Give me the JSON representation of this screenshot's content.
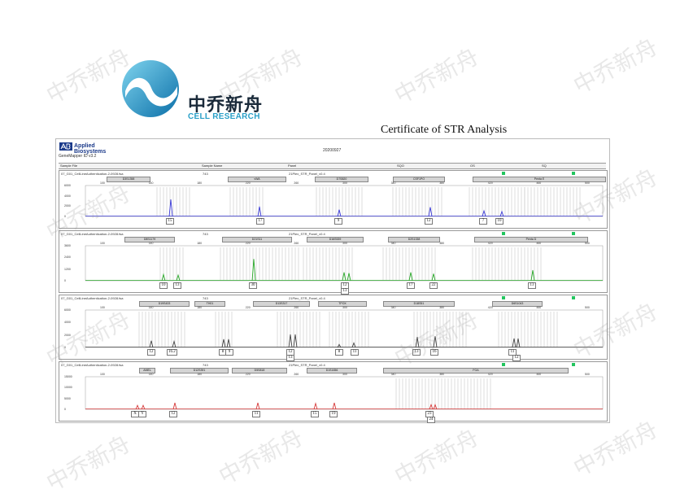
{
  "brand": {
    "name_cn": "中乔新舟",
    "name_en": "CELL RESEARCH"
  },
  "certificate_title": "Certificate of STR Analysis",
  "watermark": "中乔新舟",
  "report": {
    "vendor": [
      "Applied",
      "Biosystems"
    ],
    "software": "GeneMapper ID v3.2",
    "date": "20200927",
    "columns": [
      "Sample File",
      "Sample Name",
      "Panel",
      "SQO",
      "OS",
      "SQ"
    ]
  },
  "panels": [
    {
      "sample_file": "07_G01_CellLineAuthentication-2-0928.fsa",
      "sample_name": "743",
      "panel": "21Plex_STR_Panel_v0.4",
      "color": "#3a3ad6",
      "ylabels": [
        "6000",
        "4000",
        "2000",
        "0"
      ],
      "xticks": [
        "100",
        "140",
        "180",
        "220",
        "260",
        "300",
        "340",
        "380",
        "420",
        "460",
        "500"
      ],
      "markers": [
        "D3S1358",
        "vWA",
        "D7S820",
        "CSF1PO",
        "Penta E"
      ],
      "alleles": [
        "15",
        "17",
        "9",
        "12",
        "7",
        "10"
      ]
    },
    {
      "sample_file": "07_G01_CellLineAuthentication-2-0928.fsa",
      "sample_name": "743",
      "panel": "21Plex_STR_Panel_v0.4",
      "color": "#2aa82a",
      "ylabels": [
        "3600",
        "2400",
        "1200",
        "0"
      ],
      "xticks": [
        "100",
        "140",
        "180",
        "220",
        "260",
        "300",
        "340",
        "380",
        "420",
        "460",
        "500"
      ],
      "markers": [
        "D8S1179",
        "D21S11",
        "D16S539",
        "D2S1338",
        "Penta D"
      ],
      "alleles": [
        "10",
        "13",
        "30",
        "12",
        "13",
        "17",
        "22",
        "13"
      ]
    },
    {
      "sample_file": "07_G01_CellLineAuthentication-2-0928.fsa",
      "sample_name": "743",
      "panel": "21Plex_STR_Panel_v0.4",
      "color": "#444444",
      "ylabels": [
        "6000",
        "4000",
        "2000",
        "0"
      ],
      "xticks": [
        "100",
        "140",
        "180",
        "220",
        "260",
        "300",
        "340",
        "380",
        "420",
        "460",
        "500"
      ],
      "markers": [
        "D19S433",
        "TH01",
        "D13S317",
        "TPOX",
        "D18S51",
        "D6S1043"
      ],
      "alleles": [
        "12",
        "16.2",
        "8",
        "9",
        "12",
        "13",
        "8",
        "11",
        "13",
        "16",
        "11",
        "12"
      ]
    },
    {
      "sample_file": "07_G01_CellLineAuthentication-2-0928.fsa",
      "sample_name": "743",
      "panel": "21Plex_STR_Panel_v0.4",
      "color": "#d63a3a",
      "ylabels": [
        "15000",
        "10000",
        "5000",
        "0"
      ],
      "xticks": [
        "100",
        "140",
        "180",
        "220",
        "260",
        "300",
        "340",
        "380",
        "420",
        "460",
        "500"
      ],
      "markers": [
        "AMEL",
        "D12S391",
        "D5S818",
        "D1S1656",
        "FGA"
      ],
      "alleles": [
        "X",
        "Y",
        "12",
        "11",
        "15",
        "19",
        "23",
        "24"
      ]
    }
  ]
}
